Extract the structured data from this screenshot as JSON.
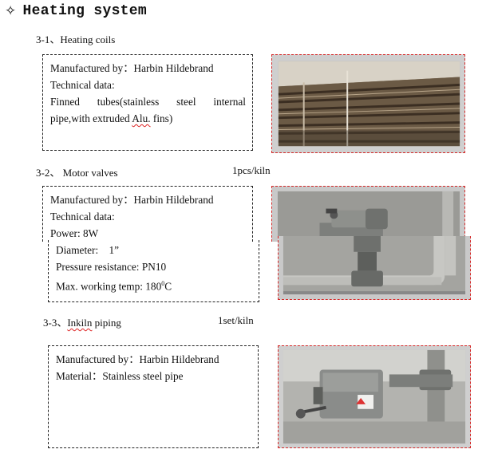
{
  "title": {
    "icon": "✧",
    "text": "Heating system"
  },
  "sections": [
    {
      "heading": "3-1、Heating coils",
      "qty": "",
      "lines": [
        "Manufactured by：Harbin Hildebrand",
        "Technical data:"
      ],
      "desc_a": "Finned tubes(stainless steel internal",
      "desc_b_pre": "pipe,with extruded ",
      "desc_b_mark": "Alu.",
      "desc_b_post": " fins)"
    },
    {
      "heading": "3-2、 Motor valves",
      "qty": "1pcs/kiln",
      "lines": [
        "Manufactured by：Harbin Hildebrand",
        "Technical data:",
        "Power: 8W"
      ],
      "lines2": [
        "Diameter:    1”",
        "Pressure resistance: PN10"
      ],
      "temp_pre": "Max. working temp: 180",
      "temp_sup": "0",
      "temp_post": "C"
    },
    {
      "heading_pre": "3-3、",
      "heading_mark": "Inkiln",
      "heading_post": " piping",
      "qty": "1set/kiln",
      "lines": [
        "Manufactured by：Harbin Hildebrand",
        "Material：Stainless steel pipe"
      ]
    }
  ]
}
